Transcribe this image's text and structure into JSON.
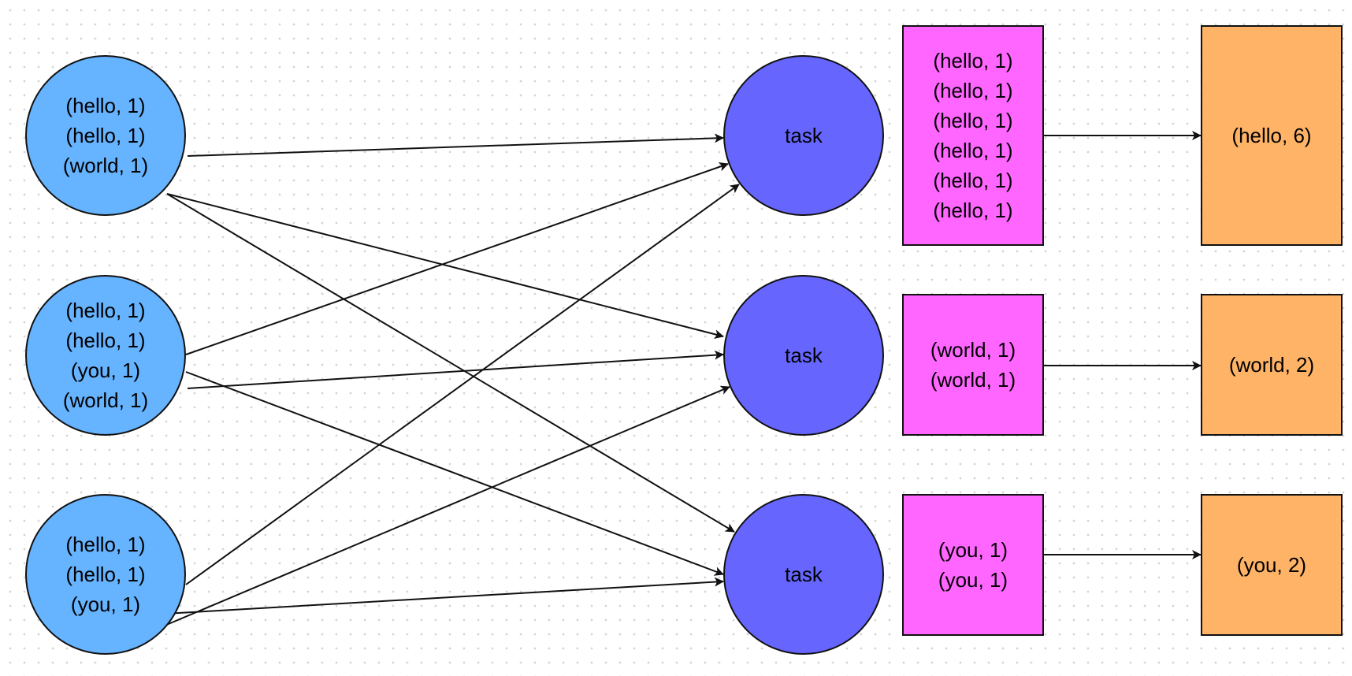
{
  "colors": {
    "map_node": "#66b3ff",
    "task_node": "#6666ff",
    "group_box": "#ff66ff",
    "result_box": "#ffb366",
    "edge": "#111111"
  },
  "map_nodes": [
    {
      "lines": [
        "(hello, 1)",
        "(hello, 1)",
        "(world, 1)"
      ]
    },
    {
      "lines": [
        "(hello, 1)",
        "(hello, 1)",
        "(you, 1)",
        "(world, 1)"
      ]
    },
    {
      "lines": [
        "(hello, 1)",
        "(hello, 1)",
        "(you, 1)"
      ]
    }
  ],
  "task_nodes": [
    {
      "label": "task"
    },
    {
      "label": "task"
    },
    {
      "label": "task"
    }
  ],
  "group_boxes": [
    {
      "lines": [
        "(hello, 1)",
        "(hello, 1)",
        "(hello, 1)",
        "(hello, 1)",
        "(hello, 1)",
        "(hello, 1)"
      ]
    },
    {
      "lines": [
        "(world, 1)",
        "(world, 1)"
      ]
    },
    {
      "lines": [
        "(you, 1)",
        "(you, 1)"
      ]
    }
  ],
  "result_boxes": [
    {
      "label": "(hello, 6)"
    },
    {
      "label": "(world, 2)"
    },
    {
      "label": "(you, 2)"
    }
  ],
  "edges": [
    {
      "from": "map-1",
      "to": "task-1"
    },
    {
      "from": "map-1",
      "to": "task-2"
    },
    {
      "from": "map-1",
      "to": "task-3"
    },
    {
      "from": "map-2",
      "to": "task-1"
    },
    {
      "from": "map-2",
      "to": "task-2"
    },
    {
      "from": "map-2",
      "to": "task-3"
    },
    {
      "from": "map-3",
      "to": "task-1"
    },
    {
      "from": "map-3",
      "to": "task-2"
    },
    {
      "from": "map-3",
      "to": "task-3"
    },
    {
      "from": "group-1",
      "to": "result-1"
    },
    {
      "from": "group-2",
      "to": "result-2"
    },
    {
      "from": "group-3",
      "to": "result-3"
    }
  ]
}
